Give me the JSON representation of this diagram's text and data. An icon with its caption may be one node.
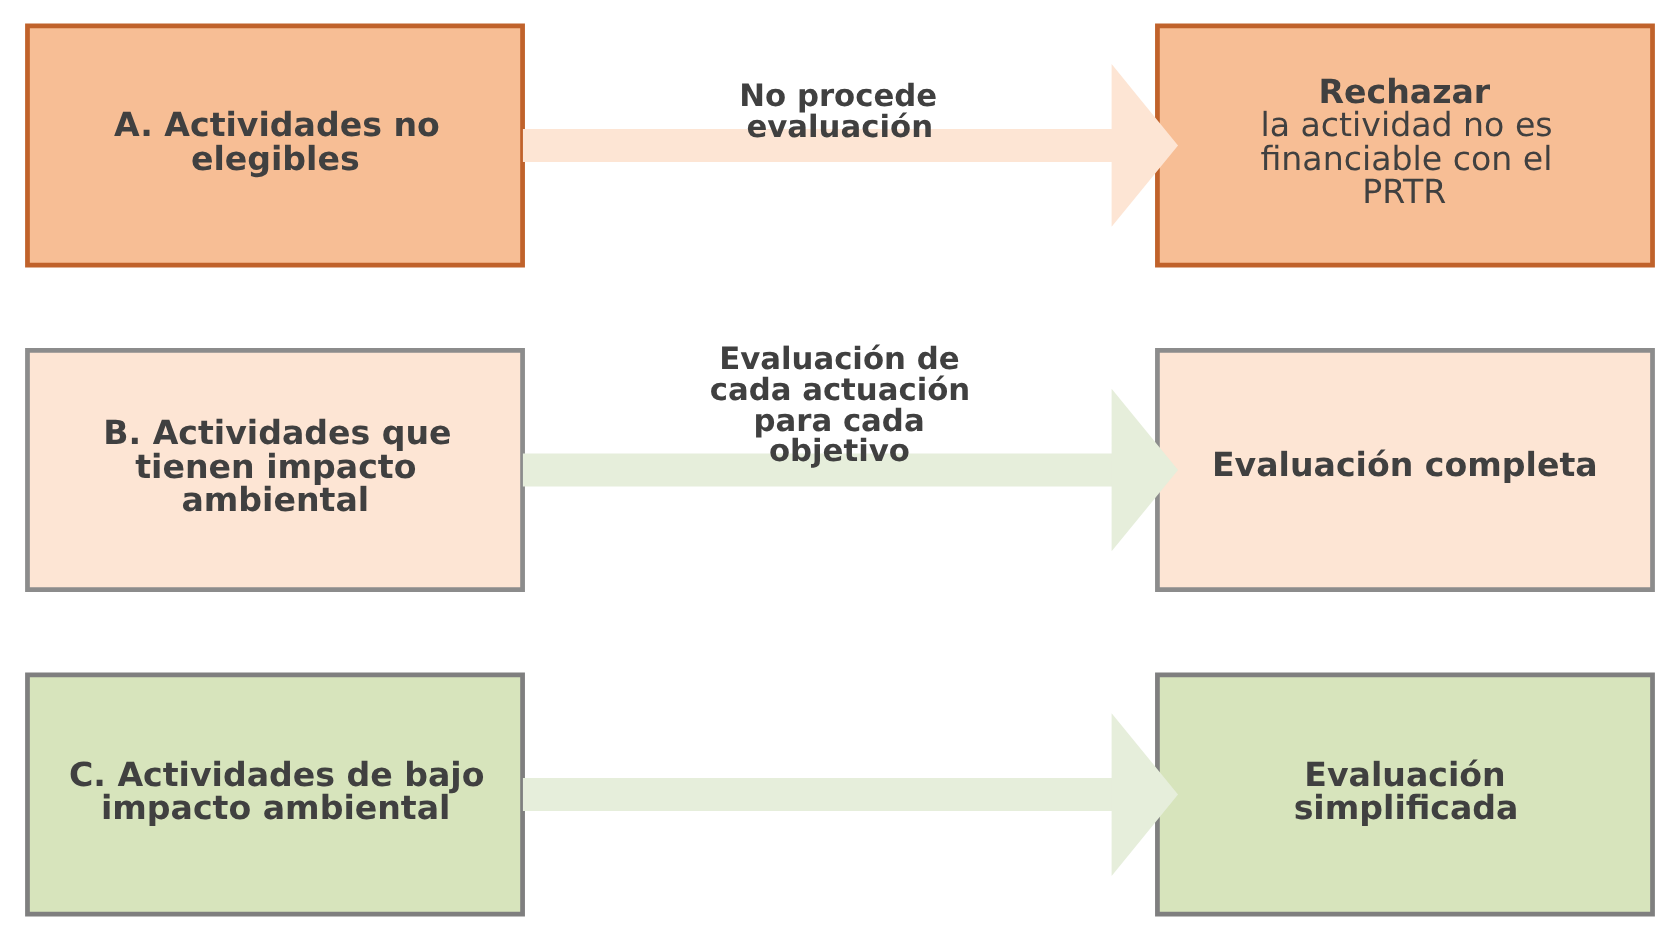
{
  "diagram": {
    "nodes": [
      {
        "text": [
          "A. Actividades no elegibles"
        ]
      },
      {
        "text": [
          "B. Actividades que tienen impacto ambiental"
        ]
      },
      {
        "text": [
          "C. Actividades de bajo impacto ambiental"
        ]
      },
      {
        "text": [
          "Rechazar",
          "la actividad no es financiable con el PRTR"
        ]
      },
      {
        "text": [
          "Evaluación completa"
        ]
      },
      {
        "text": [
          "Evaluación simplificada"
        ]
      }
    ],
    "edges": [
      {
        "from": 0,
        "to": 3,
        "arrow": "to",
        "label": "No procede evaluación",
        "color": "#fde5d4"
      },
      {
        "from": 1,
        "to": 4,
        "arrow": "to",
        "label": "Evaluación de cada actuación para cada objetivo",
        "color": "#e6eedb"
      },
      {
        "from": 2,
        "to": 5,
        "arrow": "to",
        "color": "#e6eedb"
      }
    ]
  }
}
